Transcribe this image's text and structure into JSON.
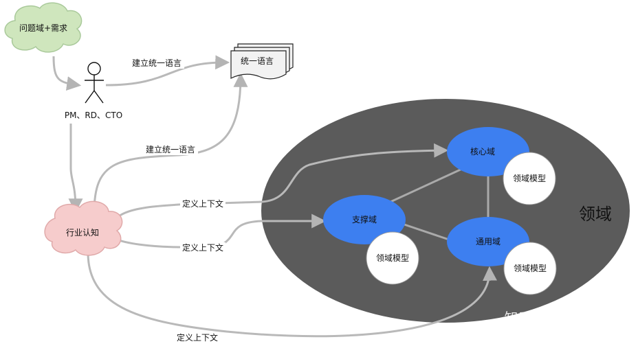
{
  "nodes": {
    "problem_domain": "问题域+需求",
    "actors": "PM、RD、CTO",
    "ubiquitous_language": "统一语言",
    "industry_knowledge": "行业认知",
    "core_domain": "核心域",
    "supporting_domain": "支撑域",
    "generic_domain": "通用域",
    "domain_model_core": "领域模型",
    "domain_model_supporting": "领域模型",
    "domain_model_generic": "领域模型",
    "domain": "领域"
  },
  "edges": {
    "actors_to_language": "建立统一语言",
    "knowledge_to_language": "建立统一语言",
    "knowledge_to_core": "定义上下文",
    "knowledge_to_supporting": "定义上下文",
    "knowledge_to_generic": "定义上下文"
  },
  "watermark": "知乎 @OneSaaS",
  "colors": {
    "domain_fill": "#5a5a5a",
    "subdomain_fill": "#3d7ff0",
    "model_fill": "#ffffff",
    "problem_cloud": "#cfe6bd",
    "knowledge_cloud": "#f6cccc",
    "arrow": "#b9b9b9"
  }
}
